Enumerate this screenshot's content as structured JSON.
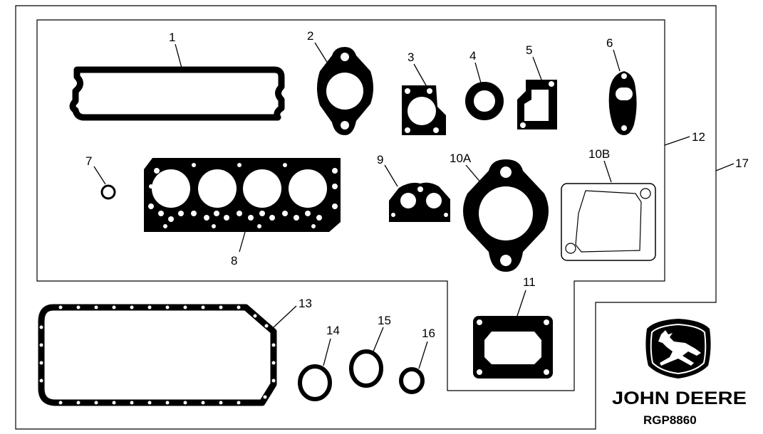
{
  "callouts": {
    "c1": "1",
    "c2": "2",
    "c3": "3",
    "c4": "4",
    "c5": "5",
    "c6": "6",
    "c7": "7",
    "c8": "8",
    "c9": "9",
    "c10a": "10A",
    "c10b": "10B",
    "c11": "11",
    "c12": "12",
    "c13": "13",
    "c14": "14",
    "c15": "15",
    "c16": "16",
    "c17": "17"
  },
  "brand": {
    "name": "JOHN DEERE",
    "code": "RGP8860"
  },
  "colors": {
    "ink": "#000000",
    "paper": "#ffffff"
  }
}
